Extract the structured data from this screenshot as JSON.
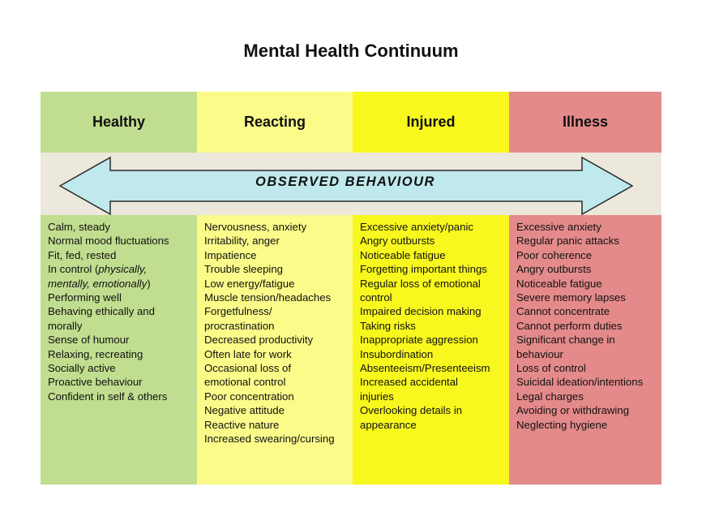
{
  "title": "Mental Health Continuum",
  "arrow_label": "OBSERVED BEHAVIOUR",
  "columns": [
    {
      "heading": "Healthy",
      "color": "#c1dd8f",
      "items": [
        "Calm, steady",
        "Normal mood fluctuations",
        "Fit, fed, rested",
        "In control (physically,",
        "mentally, emotionally)",
        "Performing well",
        "Behaving ethically  and",
        "morally",
        "Sense of humour",
        "Relaxing,  recreating",
        "Socially active",
        "Proactive behaviour",
        "Confident in self & others"
      ]
    },
    {
      "heading": "Reacting",
      "color": "#fbfb8a",
      "items": [
        "Nervousness, anxiety",
        "Irritability, anger",
        "Impatience",
        "Trouble sleeping",
        "Low energy/fatigue",
        "Muscle tension/headaches",
        "Forgetfulness/",
        "procrastination",
        "Decreased productivity",
        "Often late for work",
        "Occasional loss of",
        "emotional control",
        "Poor concentration",
        "Negative attitude",
        "Reactive nature",
        "Increased swearing/cursing"
      ]
    },
    {
      "heading": "Injured",
      "color": "#f8f81e",
      "items": [
        "Excessive anxiety/panic",
        "Angry outbursts",
        "Noticeable fatigue",
        "Forgetting important things",
        "Regular loss of emotional",
        "control",
        "Impaired decision making",
        "Taking risks",
        "Inappropriate aggression",
        "Insubordination",
        "Absenteeism/Presenteeism",
        "Increased accidental",
        "injuries",
        "Overlooking details in",
        "appearance"
      ]
    },
    {
      "heading": "Illness",
      "color": "#e48a8a",
      "items": [
        "Excessive anxiety",
        "Regular panic attacks",
        "Poor coherence",
        "Angry outbursts",
        "Noticeable fatigue",
        "Severe memory lapses",
        "Cannot concentrate",
        "Cannot perform duties",
        "Significant change in",
        "behaviour",
        "Loss of control",
        "Suicidal ideation/intentions",
        "Legal charges",
        "Avoiding or withdrawing",
        "Neglecting hygiene"
      ]
    }
  ],
  "arrow_color": "#bfe9ec",
  "band_color": "#ede8dc"
}
